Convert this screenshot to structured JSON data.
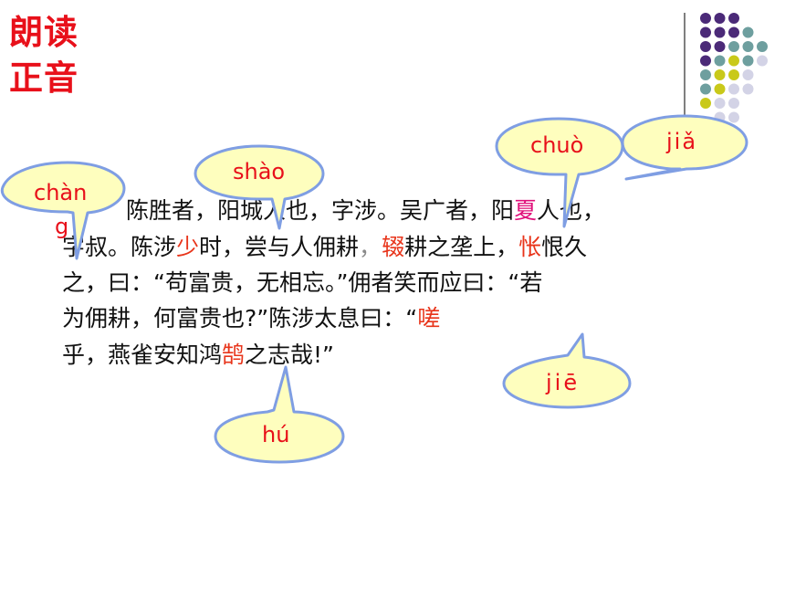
{
  "title": {
    "line1": "朗读",
    "line2": "正音"
  },
  "passage": {
    "l1a": "陈胜者，阳",
    "l1b": "城人也，字涉。吴广者，阳",
    "l1c": "夏",
    "l1d": "人也，",
    "l2a": "字叔。陈涉",
    "l2b": "少",
    "l2c": "时，尝与人佣耕",
    "l2d": "，",
    "l2e": "辍",
    "l2f": "耕之垄上，",
    "l2g": "怅",
    "l2h": "恨久",
    "l3": "之，曰：“苟富贵，无相忘。”佣者笑而应曰：“若",
    "l4a": "为佣耕，何富贵也?”陈涉太息曰：“",
    "l4b": "嗟",
    "l5a": "乎，燕雀安知鸿",
    "l5b": "鹄",
    "l5c": "之志哉!”"
  },
  "pinyin": {
    "chang": "chàn",
    "chang_wrap": "g",
    "shao": "shào",
    "chuo": "chuò",
    "jia": "jiǎ",
    "jie": "jiē",
    "hu": "hú"
  },
  "colors": {
    "bubble_fill": "#fefebe",
    "bubble_stroke": "#7f9ee3",
    "accent_red": "#e8101a",
    "dot_purple": "#4b2a78",
    "dot_teal": "#6e9f9f",
    "dot_olive": "#c9c91a",
    "dot_lavender": "#d3d3e6"
  }
}
